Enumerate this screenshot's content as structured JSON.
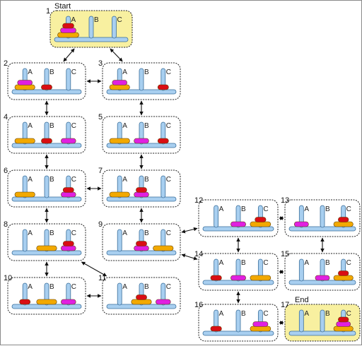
{
  "diagram": {
    "start_label": "Start",
    "end_label": "End",
    "peg_labels": [
      "A",
      "B",
      "C"
    ],
    "disks": [
      {
        "id": "S",
        "color": "#d90e14",
        "width": 16
      },
      {
        "id": "M",
        "color": "#e020e0",
        "width": 22
      },
      {
        "id": "L",
        "color": "#f2a900",
        "width": 30
      }
    ],
    "colors": {
      "box_fill": "#ffffff",
      "highlight_fill": "#f8f0a0",
      "peg": "#a8cff0",
      "peg_stroke": "#3a6e9a",
      "arrow": "#111111"
    },
    "states": [
      {
        "n": "1",
        "pegs": [
          [
            "L",
            "M",
            "S"
          ],
          [],
          []
        ],
        "highlight": true
      },
      {
        "n": "2",
        "pegs": [
          [
            "L",
            "M"
          ],
          [
            "S"
          ],
          []
        ]
      },
      {
        "n": "3",
        "pegs": [
          [
            "L",
            "M"
          ],
          [],
          [
            "S"
          ]
        ]
      },
      {
        "n": "4",
        "pegs": [
          [
            "L"
          ],
          [
            "S"
          ],
          [
            "M"
          ]
        ]
      },
      {
        "n": "5",
        "pegs": [
          [
            "L"
          ],
          [
            "M"
          ],
          [
            "S"
          ]
        ]
      },
      {
        "n": "6",
        "pegs": [
          [
            "L"
          ],
          [],
          [
            "M",
            "S"
          ]
        ]
      },
      {
        "n": "7",
        "pegs": [
          [
            "L"
          ],
          [
            "M",
            "S"
          ],
          []
        ]
      },
      {
        "n": "8",
        "pegs": [
          [],
          [
            "L"
          ],
          [
            "M",
            "S"
          ]
        ]
      },
      {
        "n": "9",
        "pegs": [
          [],
          [
            "M",
            "S"
          ],
          [
            "L"
          ]
        ]
      },
      {
        "n": "10",
        "pegs": [
          [
            "S"
          ],
          [
            "L"
          ],
          [
            "M"
          ]
        ]
      },
      {
        "n": "11",
        "pegs": [
          [],
          [
            "L",
            "S"
          ],
          [
            "M"
          ]
        ]
      },
      {
        "n": "12",
        "pegs": [
          [],
          [
            "M"
          ],
          [
            "L",
            "S"
          ]
        ]
      },
      {
        "n": "13",
        "pegs": [
          [
            "M"
          ],
          [],
          [
            "L",
            "S"
          ]
        ]
      },
      {
        "n": "14",
        "pegs": [
          [
            "S"
          ],
          [
            "M"
          ],
          [
            "L"
          ]
        ]
      },
      {
        "n": "15",
        "pegs": [
          [],
          [
            "M"
          ],
          [
            "L",
            "S"
          ]
        ]
      },
      {
        "n": "16",
        "pegs": [
          [
            "S"
          ],
          [],
          [
            "L",
            "M"
          ]
        ]
      },
      {
        "n": "17",
        "pegs": [
          [],
          [],
          [
            "L",
            "M",
            "S"
          ]
        ],
        "highlight": true
      }
    ],
    "edges": [
      [
        "1",
        "2"
      ],
      [
        "1",
        "3"
      ],
      [
        "2",
        "3"
      ],
      [
        "2",
        "4"
      ],
      [
        "3",
        "5"
      ],
      [
        "4",
        "6"
      ],
      [
        "5",
        "7"
      ],
      [
        "6",
        "7"
      ],
      [
        "6",
        "8"
      ],
      [
        "7",
        "9"
      ],
      [
        "8",
        "10"
      ],
      [
        "8",
        "11"
      ],
      [
        "10",
        "11"
      ],
      [
        "9",
        "12"
      ],
      [
        "9",
        "14"
      ],
      [
        "12",
        "13"
      ],
      [
        "12",
        "14"
      ],
      [
        "13",
        "15"
      ],
      [
        "14",
        "15"
      ],
      [
        "14",
        "16"
      ],
      [
        "16",
        "17"
      ]
    ]
  }
}
